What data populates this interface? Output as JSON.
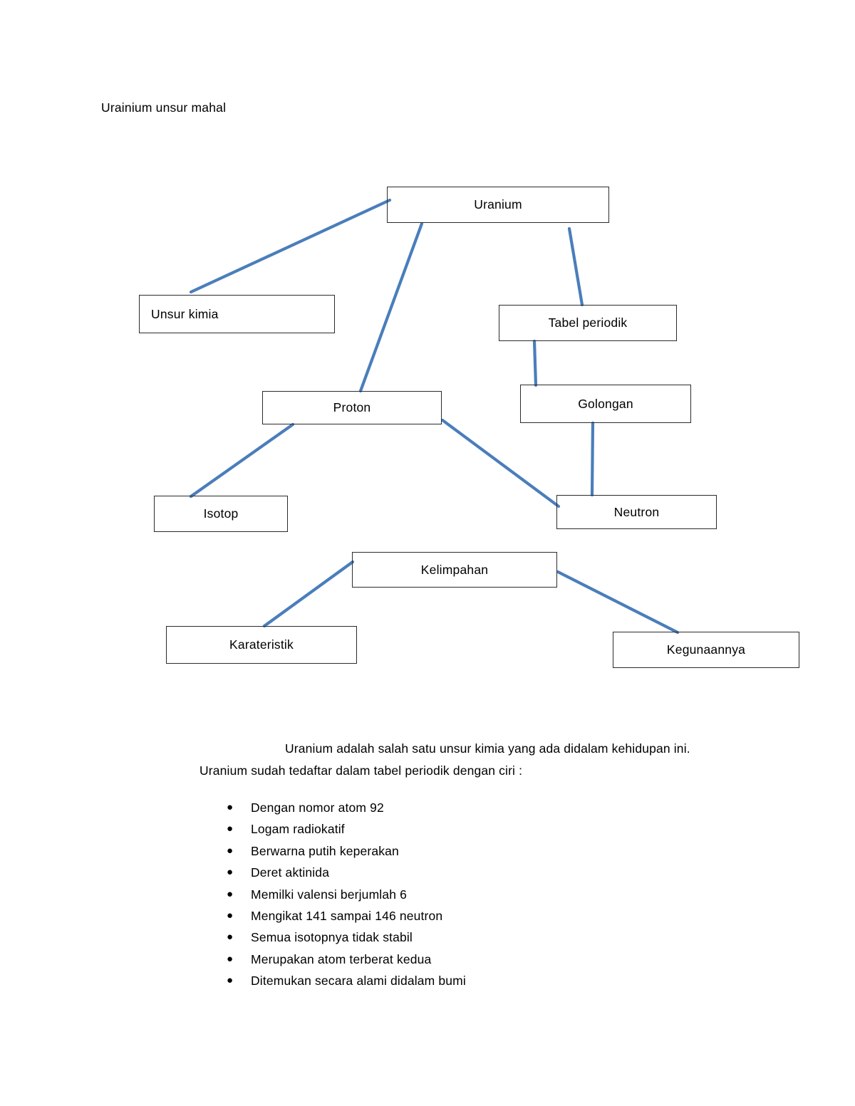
{
  "document": {
    "title": "Urainium unsur mahal"
  },
  "diagram": {
    "line_color": "#4a7ebb",
    "box_border_color": "#2b2b2b",
    "nodes": [
      {
        "id": "uranium",
        "label": "Uranium"
      },
      {
        "id": "unsur-kimia",
        "label": "Unsur kimia"
      },
      {
        "id": "tabel-periodik",
        "label": "Tabel periodik"
      },
      {
        "id": "proton",
        "label": "Proton"
      },
      {
        "id": "golongan",
        "label": "Golongan"
      },
      {
        "id": "isotop",
        "label": "Isotop"
      },
      {
        "id": "neutron",
        "label": "Neutron"
      },
      {
        "id": "kelimpahan",
        "label": "Kelimpahan"
      },
      {
        "id": "karateristik",
        "label": "Karateristik"
      },
      {
        "id": "kegunaannya",
        "label": "Kegunaannya"
      }
    ],
    "connections": [
      {
        "from": "uranium",
        "to": "unsur-kimia"
      },
      {
        "from": "uranium",
        "to": "proton"
      },
      {
        "from": "uranium",
        "to": "tabel-periodik"
      },
      {
        "from": "tabel-periodik",
        "to": "golongan"
      },
      {
        "from": "golongan",
        "to": "neutron"
      },
      {
        "from": "proton",
        "to": "isotop"
      },
      {
        "from": "proton",
        "to": "neutron"
      },
      {
        "from": "kelimpahan",
        "to": "karateristik"
      },
      {
        "from": "kelimpahan",
        "to": "kegunaannya"
      }
    ]
  },
  "body": {
    "paragraph_line_1": "Uranium adalah salah satu unsur kimia yang ada didalam kehidupan ini.",
    "paragraph_line_2": "Uranium sudah tedaftar dalam tabel periodik dengan ciri :",
    "bullet_glyph": "●",
    "bullets": [
      "Dengan nomor atom 92",
      "Logam radiokatif",
      "Berwarna putih keperakan",
      "Deret aktinida",
      "Memilki valensi berjumlah 6",
      "Mengikat 141 sampai 146 neutron",
      "Semua isotopnya tidak stabil",
      "Merupakan atom terberat kedua",
      "Ditemukan secara alami didalam bumi"
    ]
  }
}
